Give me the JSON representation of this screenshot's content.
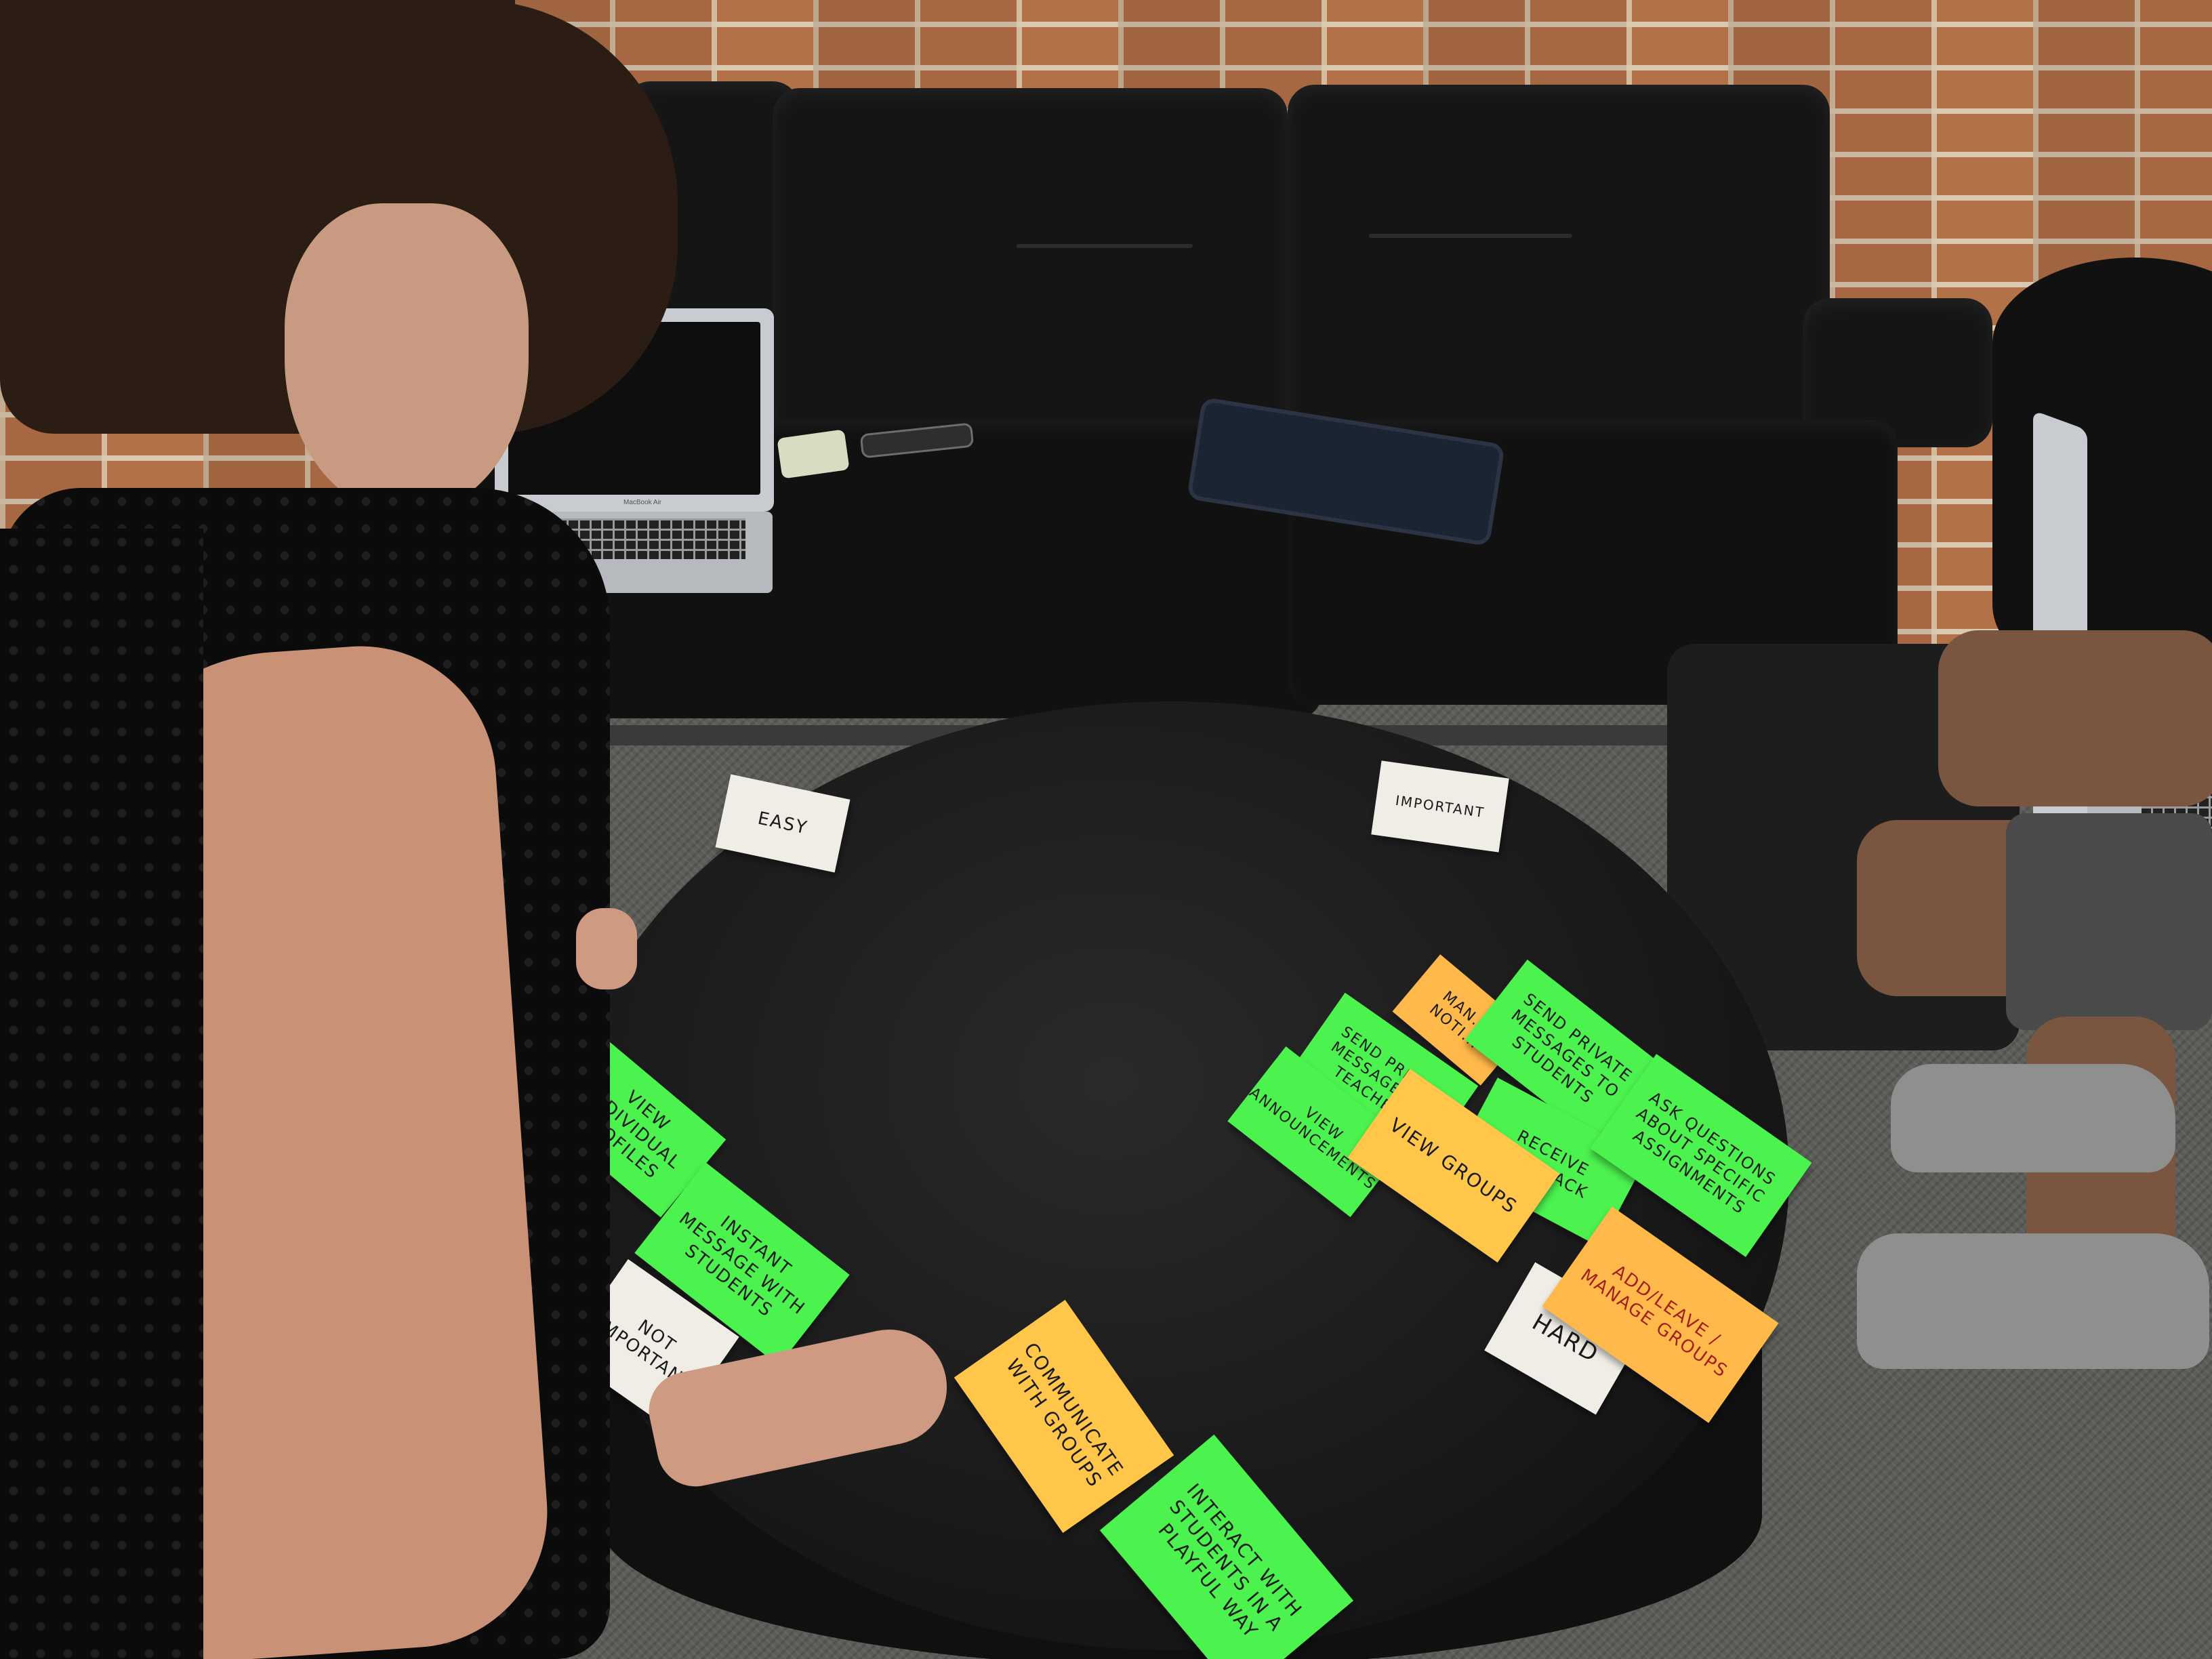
{
  "notes": {
    "easy": "EASY",
    "important": "IMPORTANT",
    "not_important": "NOT IMPORTANT",
    "hard": "HARD",
    "view_individual_profiles": "VIEW INDIVIDUAL PROFILES",
    "instant_message": "INSTANT MESSAGE WITH STUDENTS",
    "communicate_with_groups": "COMMUNICATE WITH GROUPS",
    "interact_playful": "INTERACT WITH STUDENTS IN A PLAYFUL WAY",
    "view_groups": "VIEW GROUPS",
    "add_leave_manage": "ADD/LEAVE / MANAGE GROUPS",
    "send_private_students": "SEND PRIVATE MESSAGES TO STUDENTS",
    "send_private_teachers": "SEND PRIVATE MESSAGES TO TEACHERS",
    "view_announcements": "VIEW ANNOUNCEMENTS",
    "receive_feedback": "RECEIVE FEEDBACK",
    "ask_questions": "ASK QUESTIONS ABOUT SPECIFIC ASSIGNMENTS",
    "manage_notifications": "MAN... NOTI..."
  },
  "laptop_label": "MacBook Air",
  "colors": {
    "note_green": "#4cf24e",
    "note_yellow": "#ffc64a",
    "note_white": "#f0ede6",
    "table": "#1a1a1a",
    "couch": "#131313",
    "brick": "#b8774e"
  }
}
